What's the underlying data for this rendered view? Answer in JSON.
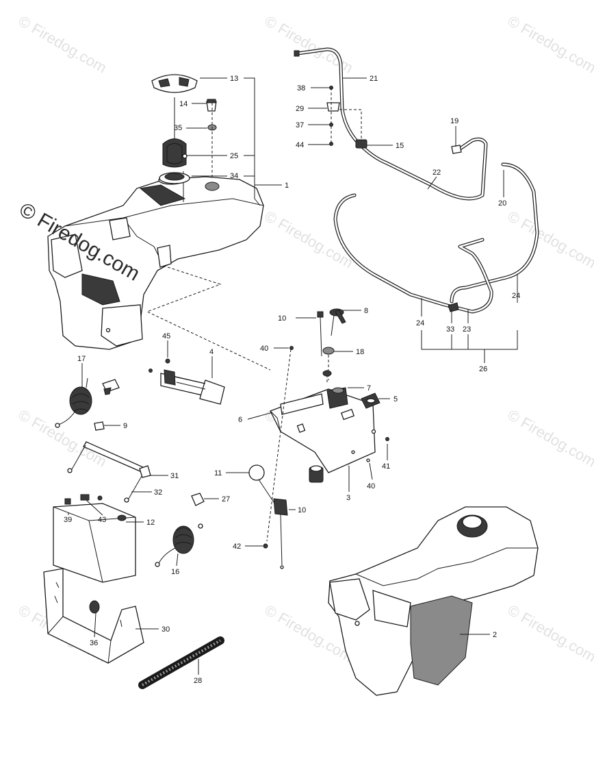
{
  "watermark": {
    "text": "© Firedog.com",
    "color": "#c9c9c9",
    "prominent_color": "#2a2a2a"
  },
  "labels": [
    {
      "id": "13",
      "text": "13"
    },
    {
      "id": "14",
      "text": "14"
    },
    {
      "id": "35",
      "text": "35"
    },
    {
      "id": "25",
      "text": "25"
    },
    {
      "id": "34",
      "text": "34"
    },
    {
      "id": "1",
      "text": "1"
    },
    {
      "id": "38",
      "text": "38"
    },
    {
      "id": "21",
      "text": "21"
    },
    {
      "id": "29",
      "text": "29"
    },
    {
      "id": "37",
      "text": "37"
    },
    {
      "id": "44",
      "text": "44"
    },
    {
      "id": "15",
      "text": "15"
    },
    {
      "id": "19",
      "text": "19"
    },
    {
      "id": "22",
      "text": "22"
    },
    {
      "id": "20",
      "text": "20"
    },
    {
      "id": "10a",
      "text": "10"
    },
    {
      "id": "8",
      "text": "8"
    },
    {
      "id": "24a",
      "text": "24"
    },
    {
      "id": "24b",
      "text": "24"
    },
    {
      "id": "33",
      "text": "33"
    },
    {
      "id": "23",
      "text": "23"
    },
    {
      "id": "26",
      "text": "26"
    },
    {
      "id": "45",
      "text": "45"
    },
    {
      "id": "40a",
      "text": "40"
    },
    {
      "id": "18",
      "text": "18"
    },
    {
      "id": "4",
      "text": "4"
    },
    {
      "id": "17",
      "text": "17"
    },
    {
      "id": "7",
      "text": "7"
    },
    {
      "id": "5",
      "text": "5"
    },
    {
      "id": "6",
      "text": "6"
    },
    {
      "id": "9",
      "text": "9"
    },
    {
      "id": "41",
      "text": "41"
    },
    {
      "id": "31",
      "text": "31"
    },
    {
      "id": "11",
      "text": "11"
    },
    {
      "id": "40b",
      "text": "40"
    },
    {
      "id": "3",
      "text": "3"
    },
    {
      "id": "32",
      "text": "32"
    },
    {
      "id": "27",
      "text": "27"
    },
    {
      "id": "10b",
      "text": "10"
    },
    {
      "id": "39",
      "text": "39"
    },
    {
      "id": "43",
      "text": "43"
    },
    {
      "id": "12",
      "text": "12"
    },
    {
      "id": "42",
      "text": "42"
    },
    {
      "id": "16",
      "text": "16"
    },
    {
      "id": "2",
      "text": "2"
    },
    {
      "id": "30",
      "text": "30"
    },
    {
      "id": "36",
      "text": "36"
    },
    {
      "id": "28",
      "text": "28"
    }
  ]
}
